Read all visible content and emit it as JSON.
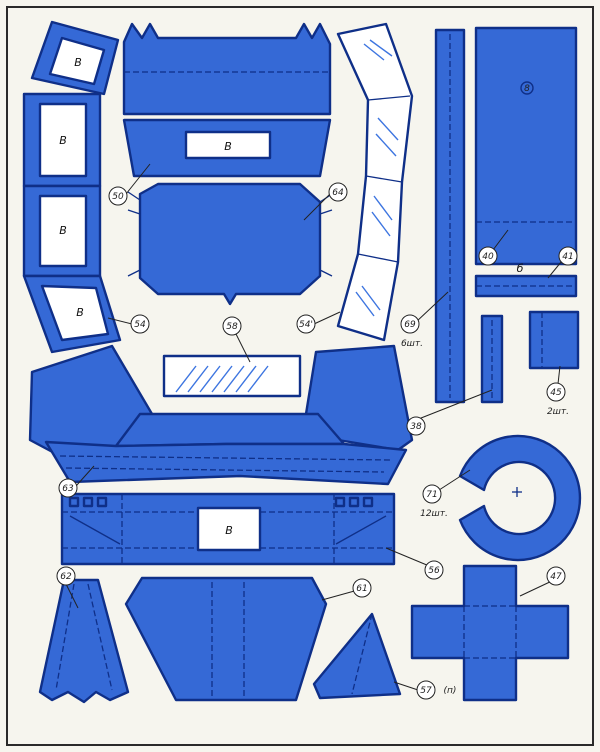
{
  "window_letter": "В",
  "strip_letter": "б",
  "hole_marker": "8",
  "parts": [
    {
      "id": "p50",
      "number": "50"
    },
    {
      "id": "p64",
      "number": "64"
    },
    {
      "id": "p54",
      "number": "54"
    },
    {
      "id": "p54b",
      "number": "54'"
    },
    {
      "id": "p58",
      "number": "58"
    },
    {
      "id": "p69",
      "number": "69",
      "note": "6шт."
    },
    {
      "id": "p40",
      "number": "40"
    },
    {
      "id": "p41",
      "number": "41"
    },
    {
      "id": "p38",
      "number": "38"
    },
    {
      "id": "p45",
      "number": "45",
      "note": "2шт."
    },
    {
      "id": "p63",
      "number": "63"
    },
    {
      "id": "p71",
      "number": "71",
      "note": "12шт."
    },
    {
      "id": "p56",
      "number": "56"
    },
    {
      "id": "p62",
      "number": "62"
    },
    {
      "id": "p61",
      "number": "61"
    },
    {
      "id": "p47",
      "number": "47"
    },
    {
      "id": "p57",
      "number": "57",
      "note": "(п)"
    }
  ]
}
